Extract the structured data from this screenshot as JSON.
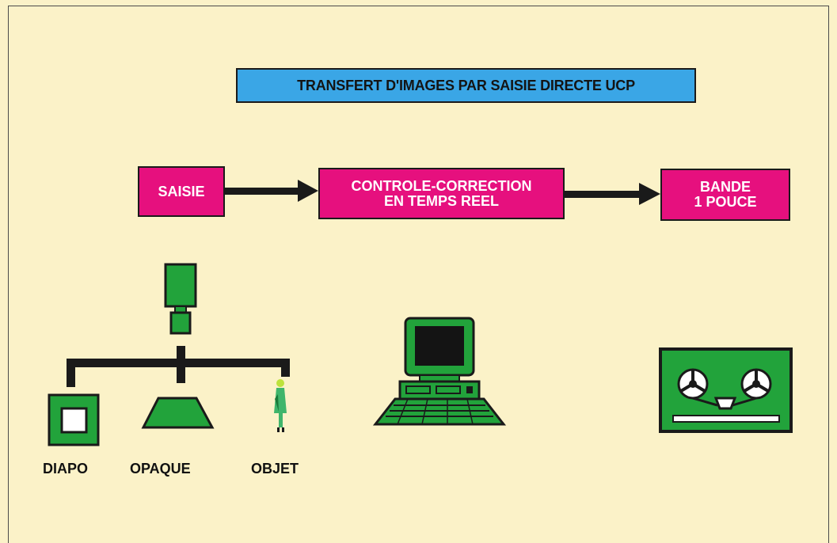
{
  "title": "TRANSFERT D'IMAGES PAR SAISIE DIRECTE UCP",
  "flow": {
    "step1": "SAISIE",
    "step2_line1": "CONTROLE-CORRECTION",
    "step2_line2": "EN TEMPS REEL",
    "step3_line1": "BANDE",
    "step3_line2": "1 POUCE"
  },
  "sources": {
    "diapo": "DIAPO",
    "opaque": "OPAQUE",
    "objet": "OBJET"
  },
  "colors": {
    "background": "#fbf2c8",
    "title_fill": "#3aa6e6",
    "box_fill": "#e6107e",
    "icon_green": "#22a33b",
    "ink": "#1a1a1a"
  }
}
